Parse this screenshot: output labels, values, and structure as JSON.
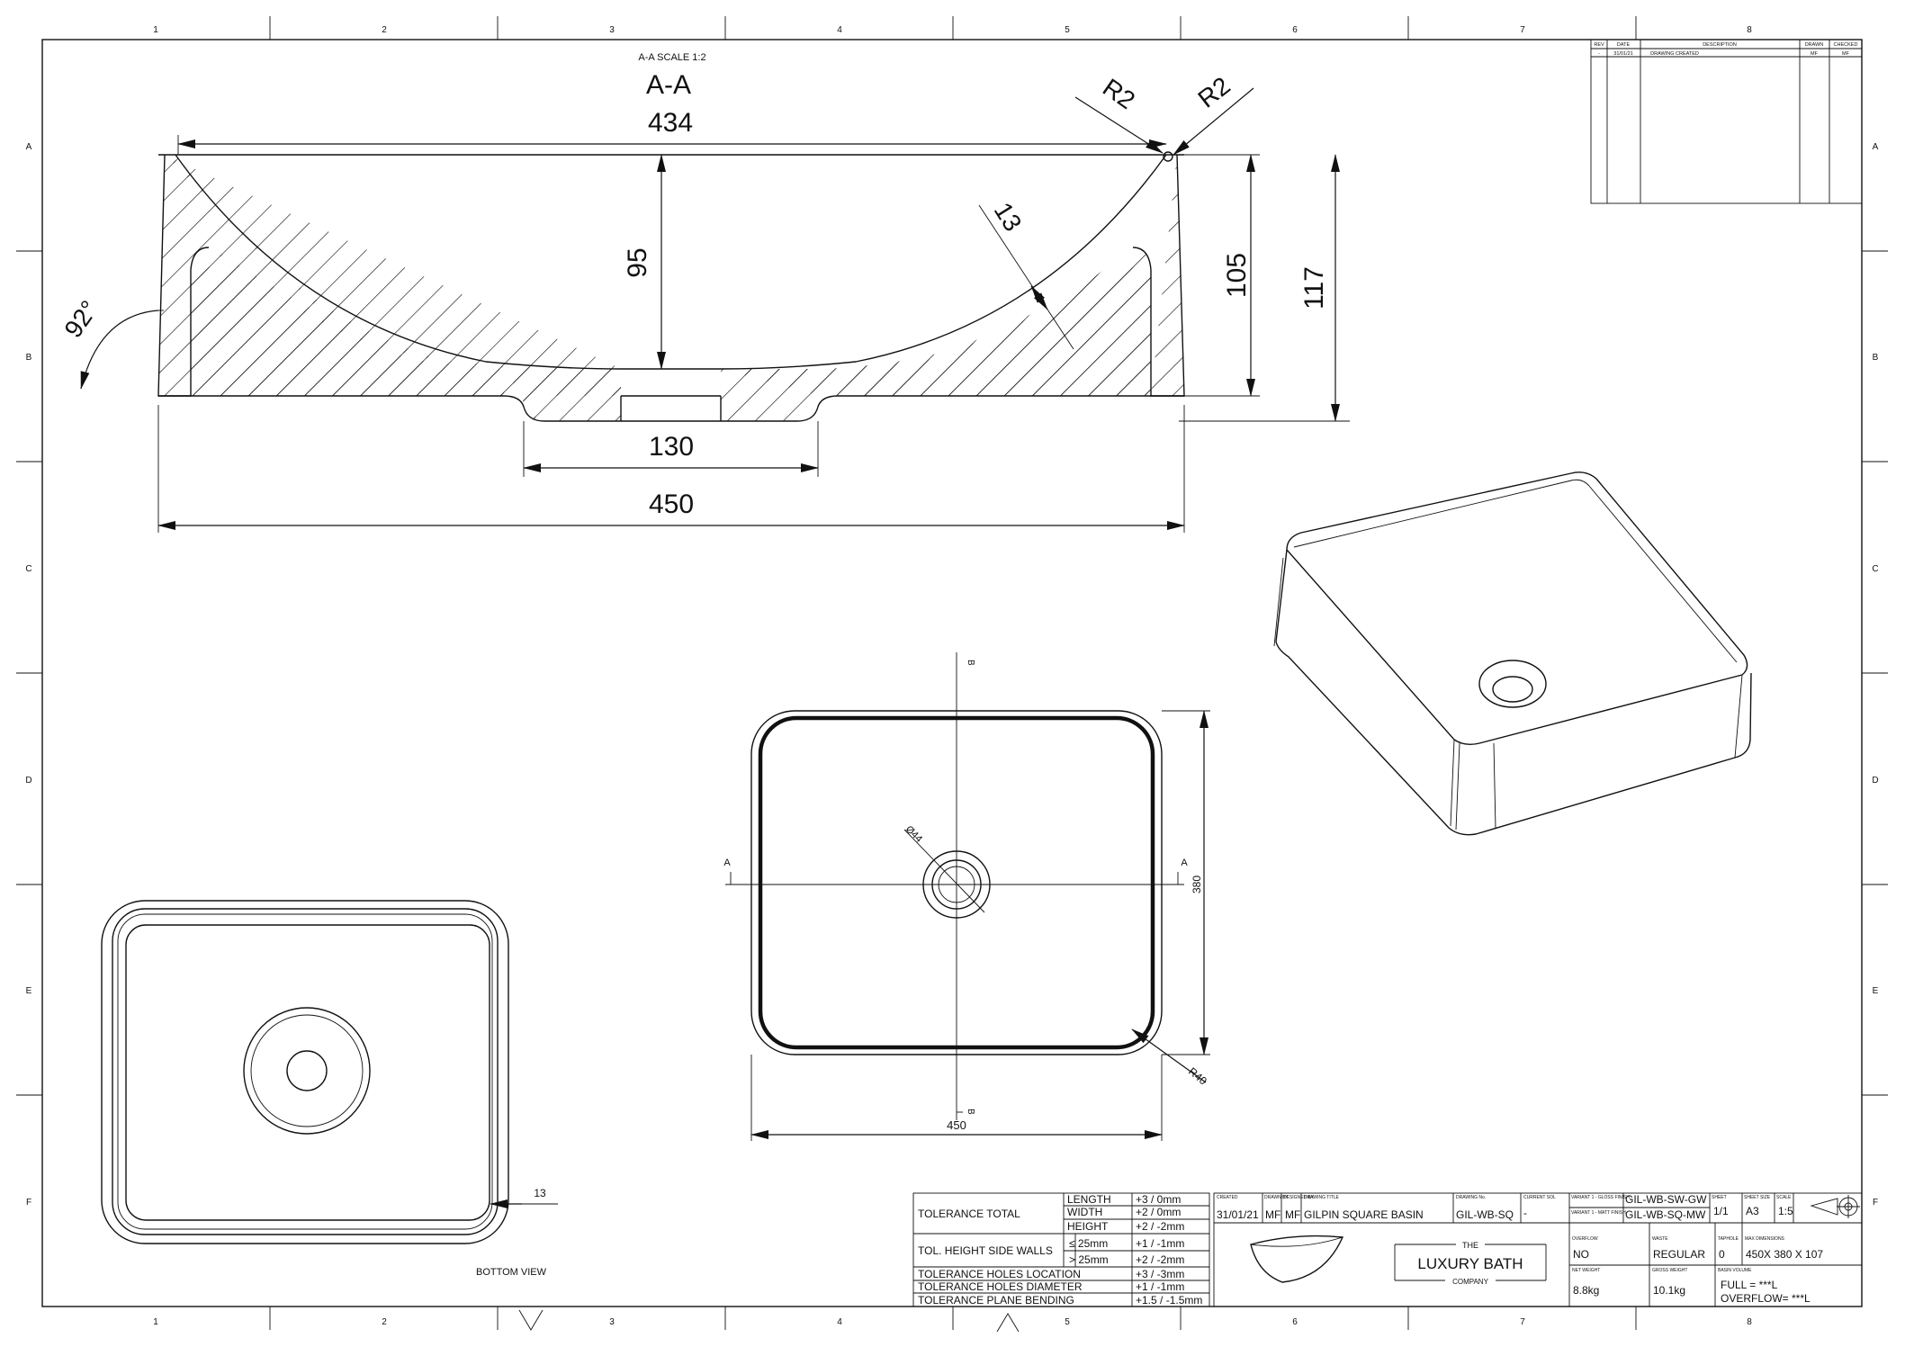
{
  "border": {
    "columns": [
      "1",
      "2",
      "3",
      "4",
      "5",
      "6",
      "7",
      "8"
    ],
    "rows": [
      "A",
      "B",
      "C",
      "D",
      "E",
      "F"
    ]
  },
  "section": {
    "scale_label": "A-A SCALE 1:2",
    "name": "A-A",
    "dims": {
      "top_width": "434",
      "inner_depth": "95",
      "outer_depth": "105",
      "total_height": "117",
      "wall": "13",
      "radius_a": "R2",
      "radius_b": "R2",
      "angle": "92°",
      "base_width": "130",
      "overall_width": "450"
    }
  },
  "plan_view": {
    "diameter": "Ø44",
    "width": "450",
    "depth": "380",
    "corner_radius": "R40",
    "section_letter_a": "A",
    "section_letter_b": "B"
  },
  "bottom_view": {
    "label": "BOTTOM VIEW",
    "wall": "13"
  },
  "revision": {
    "headers": [
      "REV",
      "DATE",
      "DESCRIPTION",
      "DRAWN",
      "CHECKED"
    ],
    "row": [
      "-",
      "31/01/21",
      "DRAWING CREATED",
      "MF",
      "MF"
    ]
  },
  "tolerances": [
    {
      "label": "TOLERANCE TOTAL",
      "items": [
        [
          "LENGTH",
          "+3 / 0mm"
        ],
        [
          "WIDTH",
          "+2 / 0mm"
        ],
        [
          "HEIGHT",
          "+2 / -2mm"
        ]
      ]
    },
    {
      "label": "TOL. HEIGHT SIDE WALLS",
      "items": [
        [
          "≤ 25mm",
          "+1 / -1mm"
        ],
        [
          "> 25mm",
          "+2 / -2mm"
        ]
      ]
    },
    {
      "label": "TOLERANCE HOLES LOCATION",
      "value": "+3 / -3mm"
    },
    {
      "label": "TOLERANCE HOLES DIAMETER",
      "value": "+1 / -1mm"
    },
    {
      "label": "TOLERANCE PLANE BENDING",
      "value": "+1.5 / -1.5mm"
    }
  ],
  "title_block": {
    "headers": {
      "created": "CREATED",
      "drawn_by": "DRAWN BY",
      "designed_by": "DESIGNED BY",
      "drawing_title": "DRAWING TITLE",
      "drawing_no": "DRAWING No.",
      "current_sol": "CURRENT SOL",
      "variant_1": "VARIANT 1 - GLOSS FINISH",
      "variant_2": "VARIANT 1 - MATT FINISH",
      "sheet": "SHEET",
      "sheet_size": "SHEET SIZE",
      "scale": "SCALE",
      "overflow": "OVERFLOW",
      "waste": "WASTE",
      "tapholes": "TAPHOLE",
      "max_dimensions": "MAX DIMENSIONS",
      "net_weight": "NET WEIGHT",
      "gross_weight": "GROSS WEIGHT",
      "basin_volume": "BASIN VOLUME"
    },
    "created": "31/01/21",
    "drawn_by": "MF",
    "designed_by": "MF",
    "title": "GILPIN SQUARE BASIN",
    "drawing_no": "GIL-WB-SQ",
    "current_sol": "-",
    "variant_gloss": "GIL-WB-SW-GW",
    "variant_matt": "GIL-WB-SQ-MW",
    "sheet": "1/1",
    "sheet_size": "A3",
    "scale": "1:5",
    "overflow": "NO",
    "waste": "REGULAR",
    "tapholes": "0",
    "max_dimensions": "450X 380 X 107",
    "net_weight": "8.8kg",
    "gross_weight": "10.1kg",
    "volume_full": "FULL = ***L",
    "volume_overflow": "OVERFLOW= ***L",
    "logo": {
      "the": "THE",
      "name": "LUXURY BATH",
      "company": "COMPANY"
    }
  }
}
